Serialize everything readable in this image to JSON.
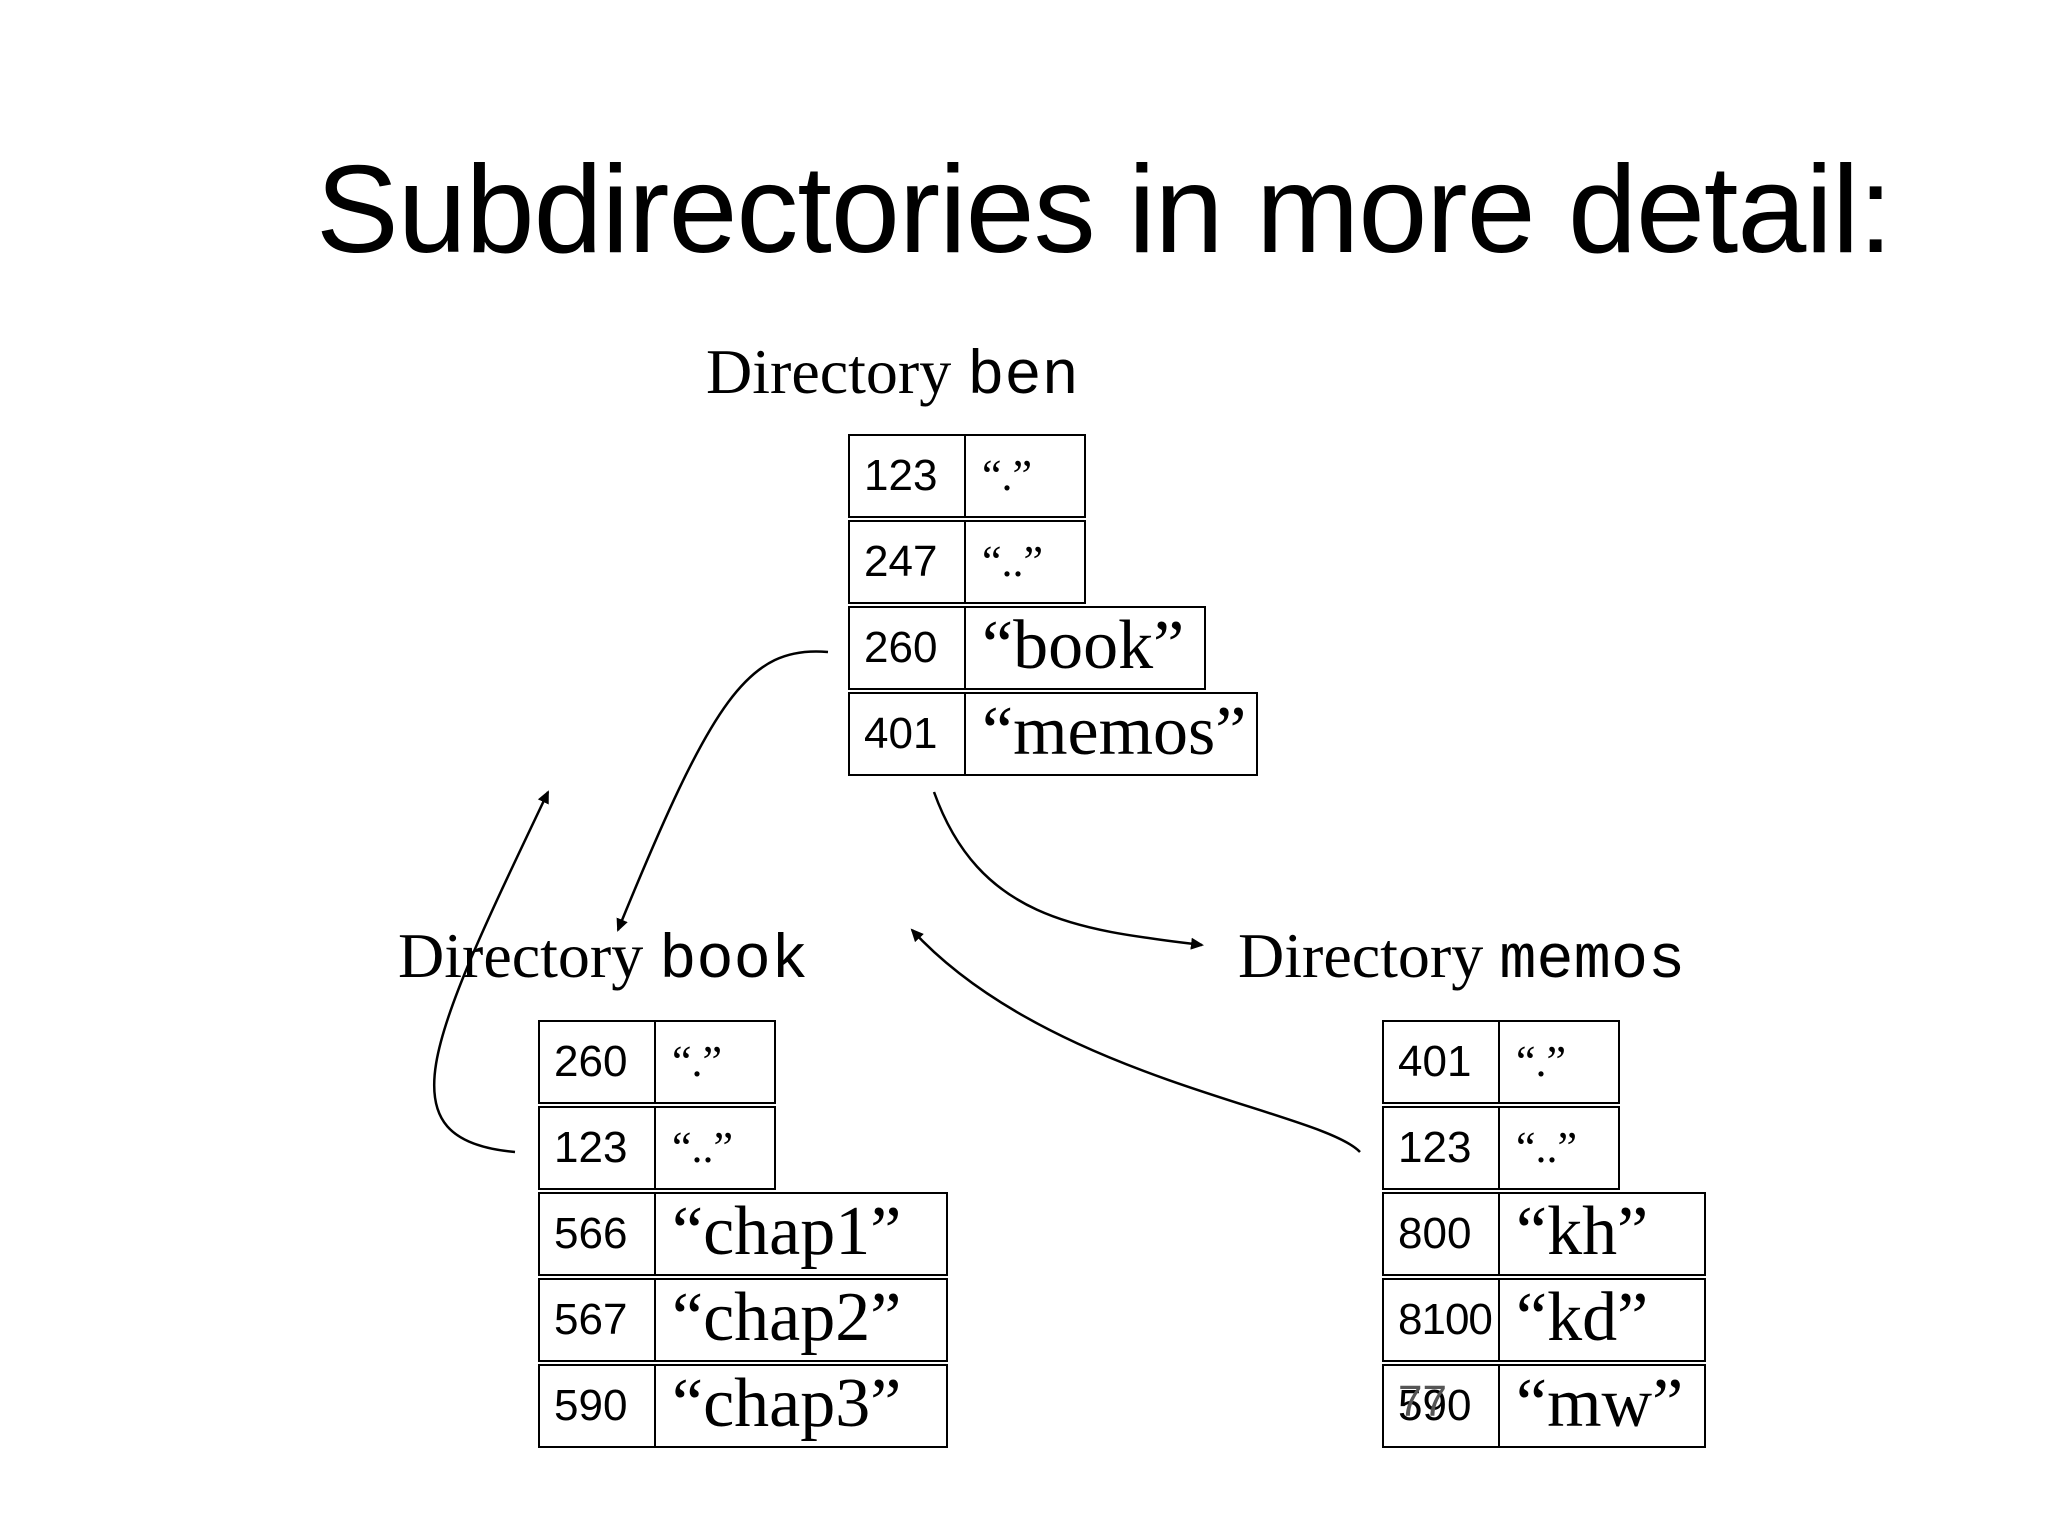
{
  "title": "Subdirectories in more detail:",
  "directories": [
    {
      "label": "Directory",
      "name": "ben",
      "entries": [
        {
          "inode": "123",
          "name": "“.”"
        },
        {
          "inode": "247",
          "name": "“..”"
        },
        {
          "inode": "260",
          "name": "“book”"
        },
        {
          "inode": "401",
          "name": "“memos”"
        }
      ]
    },
    {
      "label": "Directory",
      "name": "book",
      "entries": [
        {
          "inode": "260",
          "name": "“.”"
        },
        {
          "inode": "123",
          "name": "“..”"
        },
        {
          "inode": "566",
          "name": "“chap1”"
        },
        {
          "inode": "567",
          "name": "“chap2”"
        },
        {
          "inode": "590",
          "name": "“chap3”"
        }
      ]
    },
    {
      "label": "Directory",
      "name": "memos",
      "entries": [
        {
          "inode": "401",
          "name": "“.”"
        },
        {
          "inode": "123",
          "name": "“..”"
        },
        {
          "inode": "800",
          "name": "“kh”"
        },
        {
          "inode": "8100",
          "name": "“kd”"
        },
        {
          "inode": "590",
          "inode_overstrike": "77",
          "name": "“mw”"
        }
      ]
    }
  ]
}
